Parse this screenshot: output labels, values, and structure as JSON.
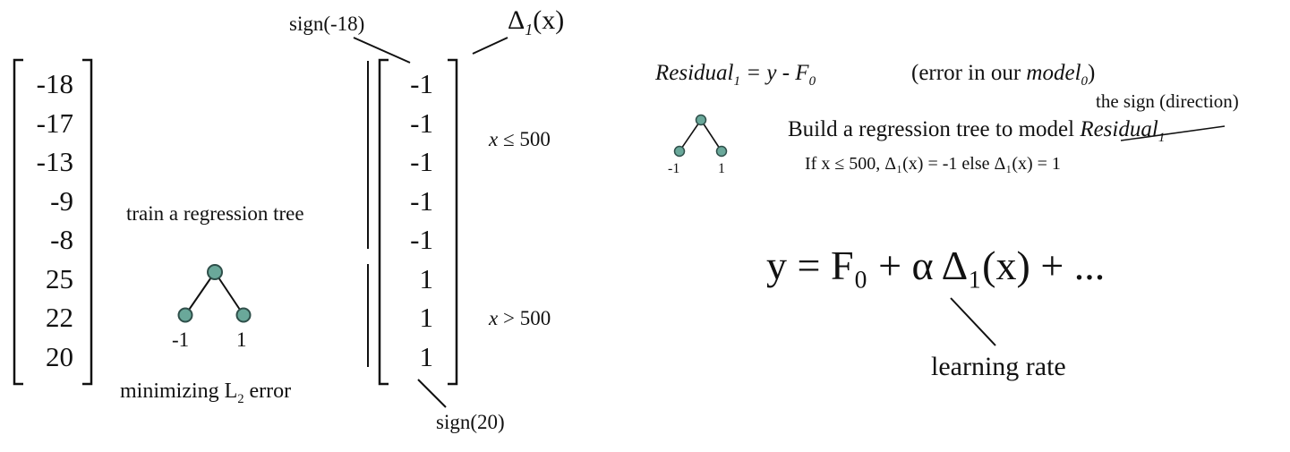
{
  "left_vector": [
    "-18",
    "-17",
    "-13",
    "-9",
    "-8",
    "25",
    "22",
    "20"
  ],
  "sign_vector": [
    "-1",
    "-1",
    "-1",
    "-1",
    "-1",
    "1",
    "1",
    "1"
  ],
  "train_text": "train a regression tree",
  "tree_left": {
    "leaf_left": "-1",
    "leaf_right": "1"
  },
  "min_text_pre": "minimizing L",
  "min_text_sub": "2",
  "min_text_post": " error",
  "sign_top": "sign(-18)",
  "sign_bottom": "sign(20)",
  "delta_label": {
    "base": "Δ",
    "sub": "1",
    "arg": "(x)"
  },
  "cond_le": {
    "var": "x",
    "rest": " ≤ 500"
  },
  "cond_gt": {
    "var": "x",
    "rest": " > 500"
  },
  "residual_eq": {
    "lhs": "Residual",
    "lhs_sub": "1",
    "mid": " =  y  -  F",
    "f_sub": "0",
    "comment_pre": "(error in our ",
    "comment_model": "model",
    "comment_sub": "0",
    "comment_post": ")"
  },
  "sign_direction": "the sign (direction)",
  "build_text": "Build a regression tree to model ",
  "build_struck": "Residual",
  "build_struck_sub": "1",
  "tree_right": {
    "leaf_left": "-1",
    "leaf_right": "1"
  },
  "rule": "If x ≤ 500, Δ₁(x) = -1   else Δ₁(x) = 1",
  "main_eq": "y = F₀ + α Δ₁(x) + ...",
  "learning_rate": "learning rate",
  "colors": {
    "node_fill": "#6aa89a",
    "node_stroke": "#2f4f4a"
  }
}
